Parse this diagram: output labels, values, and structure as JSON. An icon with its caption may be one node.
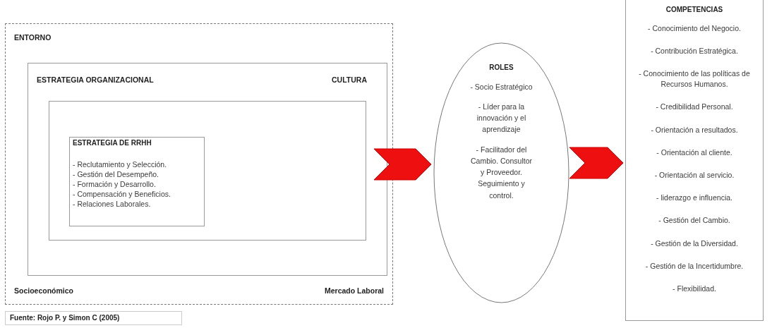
{
  "diagram": {
    "nodes": [
      {
        "text": [
          "ENTORNO",
          "Socioeconómico",
          "Mercado Laboral"
        ]
      },
      {
        "text": [
          "ESTRATEGIA ORGANIZACIONAL",
          "CULTURA"
        ],
        "in": 0
      },
      {
        "text": [],
        "shape": "box",
        "in": 1
      },
      {
        "text": [
          "ESTRATEGIA DE RRHH",
          "- Reclutamiento y Selección.",
          "- Gestión del Desempeño.",
          "- Formación y Desarrollo.",
          "- Compensación y Beneficios.",
          "- Relaciones Laborales."
        ],
        "in": 2
      },
      {
        "text": [
          "ROLES",
          "- Socio Estratégico",
          "- Líder para la innovación y el aprendizaje",
          "- Facilitador del Cambio. Consultor y Proveedor. Seguimiento y control."
        ]
      },
      {
        "text": [
          "COMPETENCIAS",
          "- Conocimiento del Negocio.",
          "- Contribución Estratégica.",
          "- Conocimiento de las políticas de Recursos Humanos.",
          "- Credibilidad Personal.",
          "- Orientación a resultados.",
          "- Orientación al cliente.",
          "- Orientación al servicio.",
          "- liderazgo e influencia.",
          "- Gestión del Cambio.",
          "- Gestión de la Diversidad.",
          "- Gestión de la Incertidumbre.",
          "- Flexibilidad."
        ]
      }
    ],
    "edges": [
      {
        "from": 0,
        "to": 4,
        "arrow": "to"
      },
      {
        "from": 4,
        "to": 5,
        "arrow": "to"
      }
    ],
    "labels": [
      "Fuente: Rojo P. y Simon C (2005)"
    ]
  }
}
